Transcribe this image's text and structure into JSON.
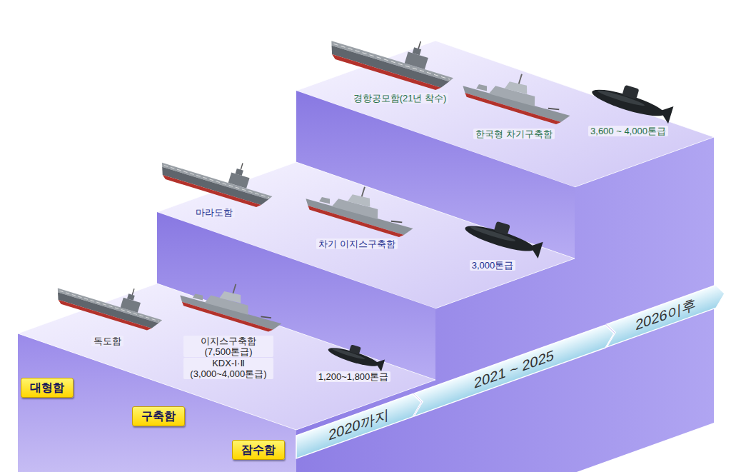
{
  "diagram": {
    "nodes": [
      {
        "text": [
          "대형함"
        ]
      },
      {
        "text": [
          "구축함"
        ]
      },
      {
        "text": [
          "잠수함"
        ]
      },
      {
        "text": [
          "2020까지"
        ]
      },
      {
        "text": [
          "2021 ~ 2025"
        ]
      },
      {
        "text": [
          "2026이후"
        ]
      }
    ],
    "labels": [
      "독도함",
      "이지스구축함 (7,500톤급)",
      "KDX-Ⅰ·Ⅱ (3,000~4,000톤급)",
      "1,200~1,800톤급",
      "마라도함",
      "차기 이지스구축함",
      "3,000톤급",
      "경항공모함(21년 착수)",
      "한국형 차기구축함",
      "3,600 ~ 4,000톤급"
    ]
  }
}
